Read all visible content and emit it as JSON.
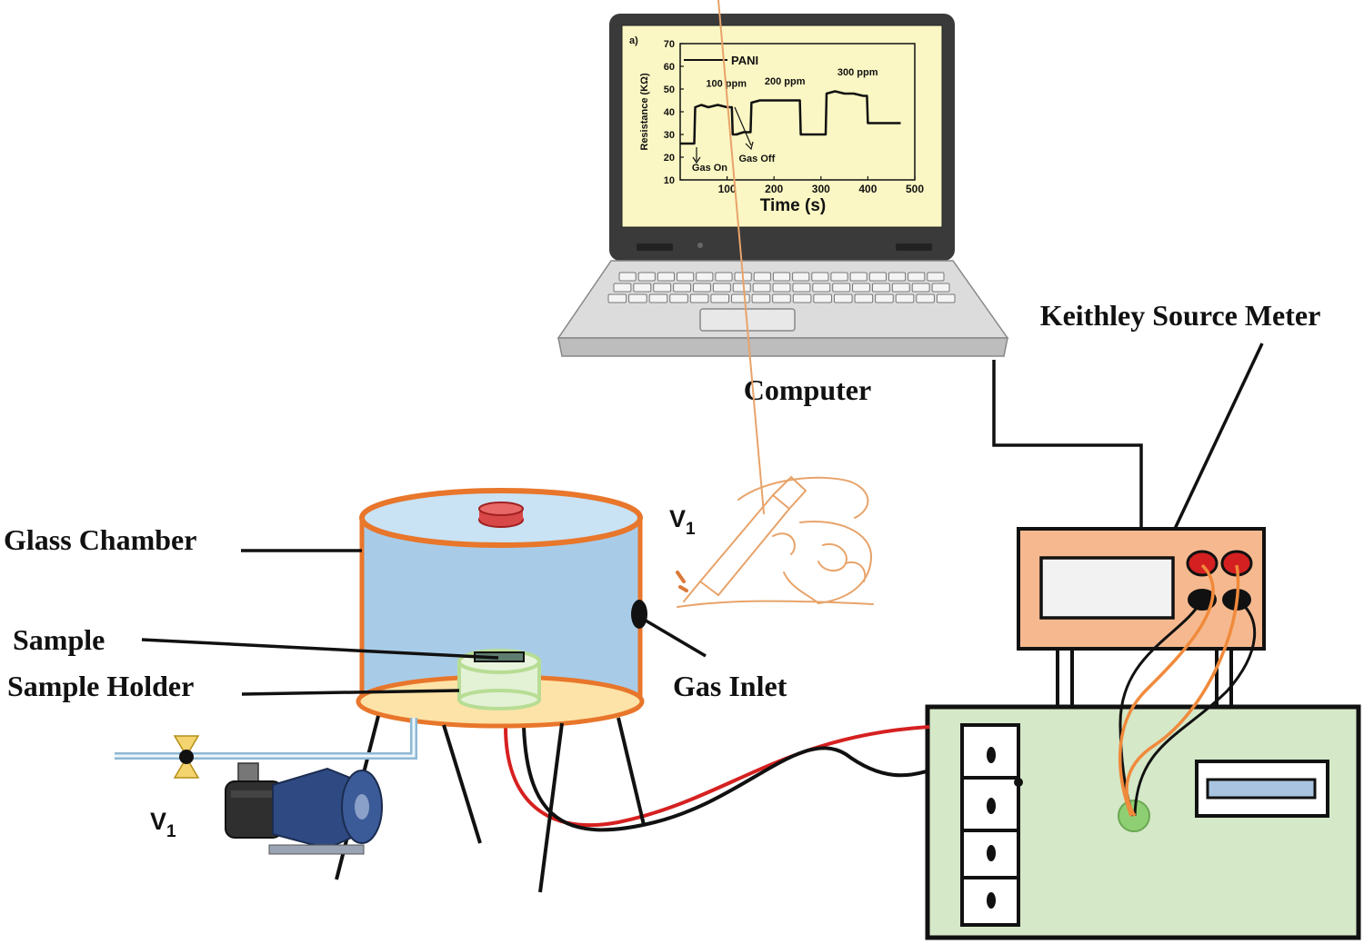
{
  "labels": {
    "computer": "Computer",
    "meter": "Keithley  Source Meter",
    "glass_chamber": "Glass Chamber",
    "sample": "Sample",
    "sample_holder": "Sample Holder",
    "gas_inlet": "Gas Inlet",
    "valve_syringe": "V",
    "valve_pump": "V",
    "subscript": "1"
  },
  "chart_data": {
    "type": "line",
    "panel_letter": "a)",
    "xlabel": "Time (s)",
    "ylabel": "Resistance (KΩ)",
    "xlim": [
      0,
      500
    ],
    "ylim": [
      10,
      70
    ],
    "xticks": [
      100,
      200,
      300,
      400,
      500
    ],
    "yticks": [
      10,
      20,
      30,
      40,
      50,
      60,
      70
    ],
    "legend": "PANI",
    "series": [
      {
        "name": "PANI",
        "x": [
          0,
          30,
          32,
          45,
          60,
          80,
          100,
          110,
          112,
          120,
          135,
          150,
          152,
          170,
          190,
          210,
          230,
          255,
          257,
          280,
          310,
          312,
          330,
          350,
          370,
          390,
          398,
          400,
          420,
          450,
          470
        ],
        "y": [
          26,
          26,
          42,
          43,
          42,
          43,
          42,
          42,
          30,
          30,
          31,
          31,
          44,
          45,
          45,
          45,
          45,
          45,
          30,
          30,
          30,
          48,
          49,
          48,
          48,
          47,
          47,
          35,
          35,
          35,
          35
        ]
      }
    ],
    "annotations": [
      {
        "text": "100 ppm",
        "x": 55,
        "y": 51
      },
      {
        "text": "200 ppm",
        "x": 180,
        "y": 52
      },
      {
        "text": "300 ppm",
        "x": 335,
        "y": 56
      },
      {
        "text": "Gas On",
        "x": 25,
        "y": 14
      },
      {
        "text": "Gas Off",
        "x": 125,
        "y": 18
      }
    ]
  },
  "colors": {
    "chamber_fill": "#a8cce8",
    "chamber_rim": "#e8762b",
    "base_fill": "#fde3a7",
    "meter_fill": "#f6b98f",
    "box_fill": "#d5e8c8",
    "screen_bg": "#fbf7c4",
    "wire_red": "#d62020",
    "wire_orange": "#f08a3c"
  }
}
